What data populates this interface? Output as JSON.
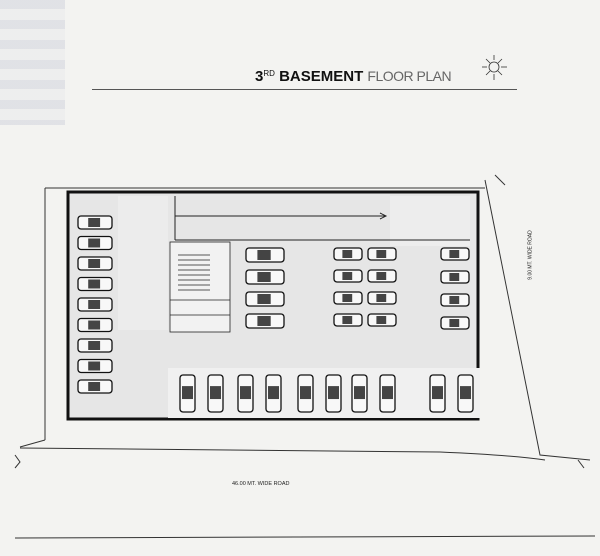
{
  "title": {
    "ordinal": "3",
    "suffix": "RD",
    "bold": "BASEMENT",
    "light": "FLOOR PLAN"
  },
  "compass_icon": "north-arrow-compass",
  "roads": {
    "right": "9.00 MT. WIDE ROAD",
    "bottom": "46.00 MT. WIDE ROAD"
  },
  "colors": {
    "paper": "#f3f3f1",
    "floor": "#e6e6e6",
    "walls": "#111111"
  }
}
